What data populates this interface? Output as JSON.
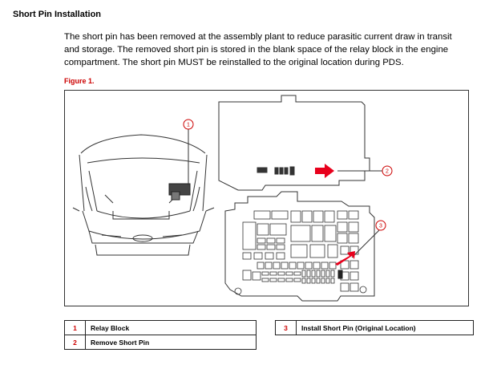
{
  "section": {
    "title": "Short Pin Installation",
    "paragraph": "The short pin has been removed at the assembly plant to reduce parasitic current draw in transit and storage. The removed short pin is stored in the blank space of the relay block in the engine compartment. The short pin MUST be reinstalled to the original location during PDS."
  },
  "figure": {
    "label": "Figure 1.",
    "callouts": [
      "1",
      "2",
      "3"
    ]
  },
  "legend": {
    "left": [
      {
        "num": "1",
        "text": "Relay Block"
      },
      {
        "num": "2",
        "text": "Remove Short Pin"
      }
    ],
    "right": [
      {
        "num": "3",
        "text": "Install Short Pin (Original Location)"
      }
    ]
  },
  "colors": {
    "accent": "#cc0000",
    "arrow": "#e8001c"
  }
}
